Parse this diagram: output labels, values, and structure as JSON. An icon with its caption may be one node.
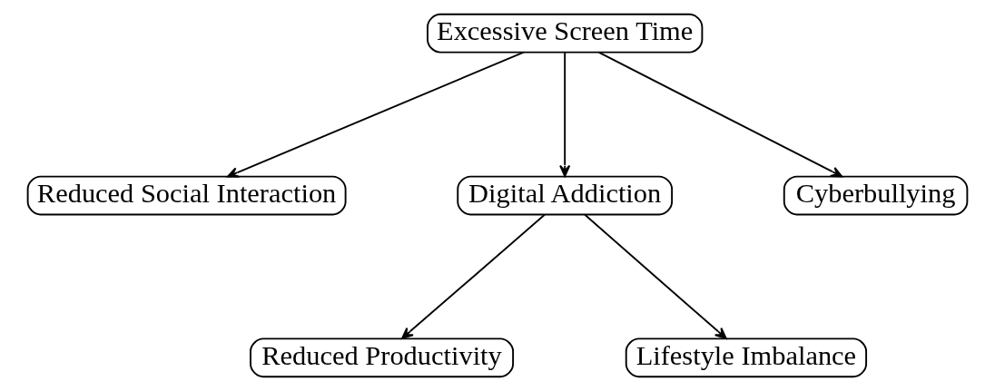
{
  "diagram": {
    "nodes": [
      {
        "text": [
          "Excessive Screen Time"
        ]
      },
      {
        "text": [
          "Reduced Social Interaction"
        ]
      },
      {
        "text": [
          "Digital Addiction"
        ]
      },
      {
        "text": [
          "Cyberbullying"
        ]
      },
      {
        "text": [
          "Reduced Productivity"
        ]
      },
      {
        "text": [
          "Lifestyle Imbalance"
        ]
      }
    ],
    "edges": [
      {
        "from": 0,
        "to": 1,
        "arrow": "to"
      },
      {
        "from": 0,
        "to": 2,
        "arrow": "to"
      },
      {
        "from": 0,
        "to": 3,
        "arrow": "to"
      },
      {
        "from": 2,
        "to": 4,
        "arrow": "to"
      },
      {
        "from": 2,
        "to": 5,
        "arrow": "to"
      }
    ]
  }
}
